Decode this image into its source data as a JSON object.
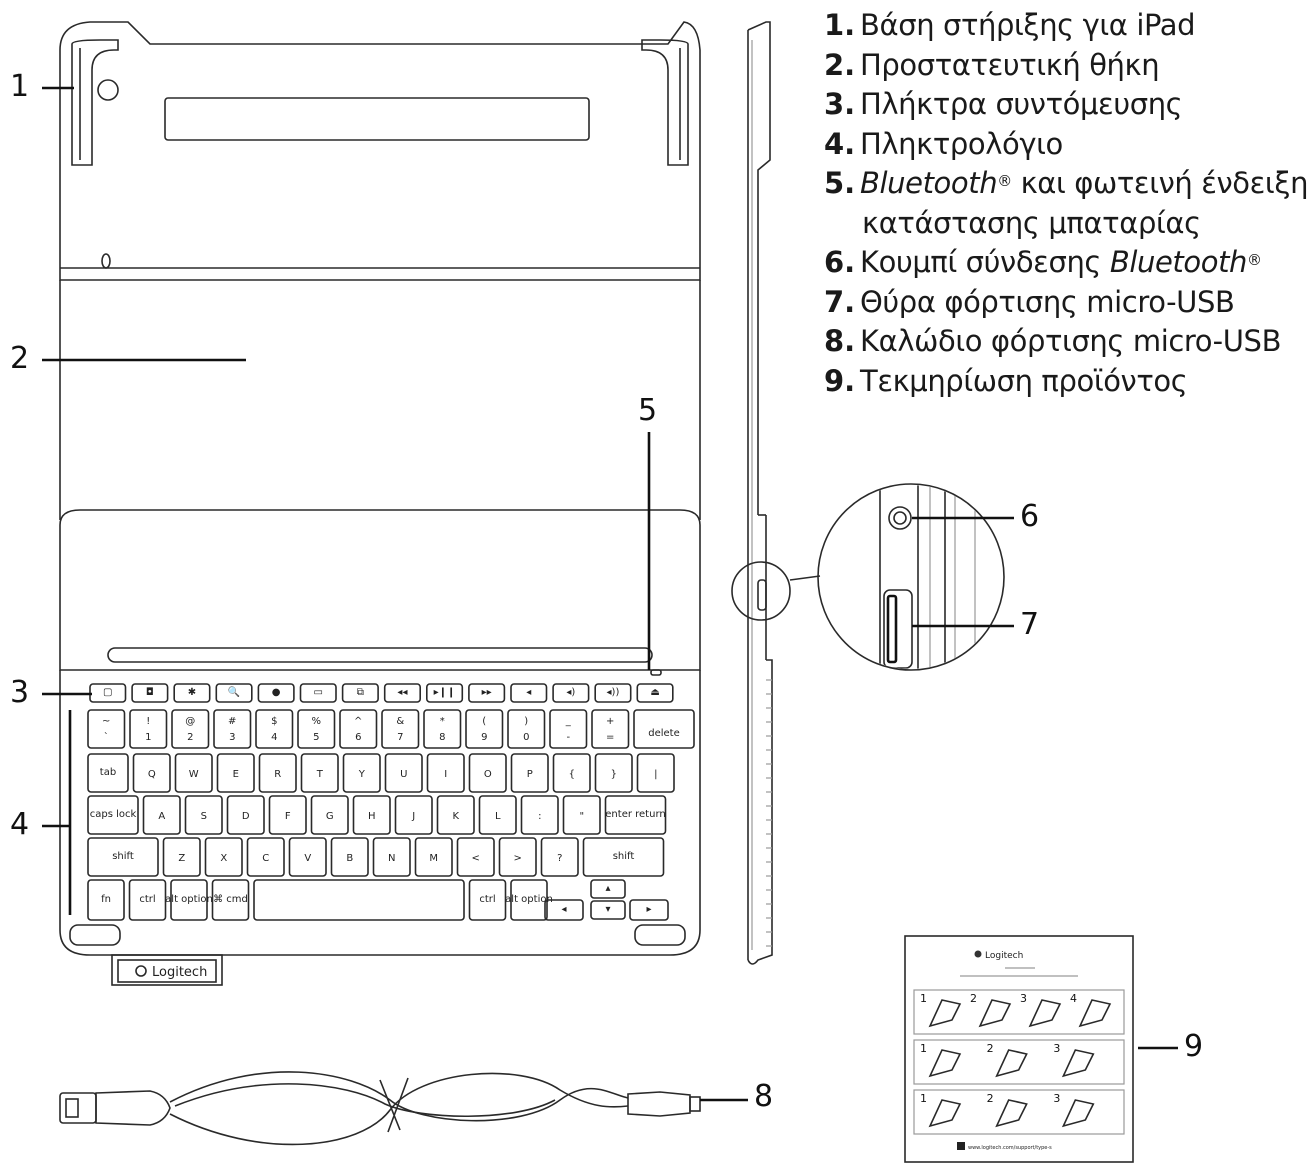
{
  "legend": {
    "item1": {
      "num": "1.",
      "text": "Βάση στήριξης για iPad"
    },
    "item2": {
      "num": "2.",
      "text": "Προστατευτική θήκη"
    },
    "item3": {
      "num": "3.",
      "text": "Πλήκτρα συντόμευσης"
    },
    "item4": {
      "num": "4.",
      "text": "Πληκτρολόγιο"
    },
    "item5": {
      "num": "5.",
      "text_italic": "Bluetooth",
      "sup": "®",
      "text": " και φωτεινή ένδειξη",
      "text_cont": "κατάστασης μπαταρίας"
    },
    "item6": {
      "num": "6.",
      "text": "Κουμπί σύνδεσης ",
      "text_italic": "Bluetooth",
      "sup": "®"
    },
    "item7": {
      "num": "7.",
      "text": "Θύρα φόρτισης micro-USB"
    },
    "item8": {
      "num": "8.",
      "text": "Καλώδιο φόρτισης micro-USB"
    },
    "item9": {
      "num": "9.",
      "text": "Τεκμηρίωση προϊόντος"
    }
  },
  "callouts": {
    "c1": "1",
    "c2": "2",
    "c3": "3",
    "c4": "4",
    "c5": "5",
    "c6": "6",
    "c7": "7",
    "c8": "8",
    "c9": "9"
  },
  "brand": {
    "logo_text": "Logitech"
  },
  "keyboard": {
    "fn_row": [
      "▢",
      "◘",
      "✱",
      "🔍",
      "●",
      "▭",
      "⧉",
      "◂◂",
      "▸❙❙",
      "▸▸",
      "◂",
      "◂)",
      "◂))",
      "⏏"
    ],
    "number_row": [
      "~",
      "!",
      "@",
      "#",
      "$",
      "%",
      "^",
      "&",
      "*",
      "(",
      ")",
      "_",
      "+",
      "delete"
    ],
    "number_row_sub": [
      "`",
      "1",
      "2",
      "3",
      "4",
      "5",
      "6",
      "7",
      "8",
      "9",
      "0",
      "-",
      "="
    ],
    "qwerty_row": [
      "tab",
      "Q",
      "W",
      "E",
      "R",
      "T",
      "Y",
      "U",
      "I",
      "O",
      "P",
      "{",
      "}",
      "|"
    ],
    "asdf_row": [
      "caps lock",
      "A",
      "S",
      "D",
      "F",
      "G",
      "H",
      "J",
      "K",
      "L",
      ":",
      "\"",
      "enter return"
    ],
    "zxcv_row": [
      "shift",
      "Z",
      "X",
      "C",
      "V",
      "B",
      "N",
      "M",
      "<",
      ">",
      "?",
      "shift"
    ],
    "bottom_row": [
      "fn",
      "ctrl",
      "alt option",
      "⌘ cmd",
      "",
      "ctrl",
      "alt option"
    ]
  },
  "doc": {
    "brand": "Logitech",
    "url": "www.logitech.com/support/type-s"
  },
  "colors": {
    "line": "#2a2a2a",
    "light": "#bdbdbd",
    "paper": "#ffffff"
  }
}
